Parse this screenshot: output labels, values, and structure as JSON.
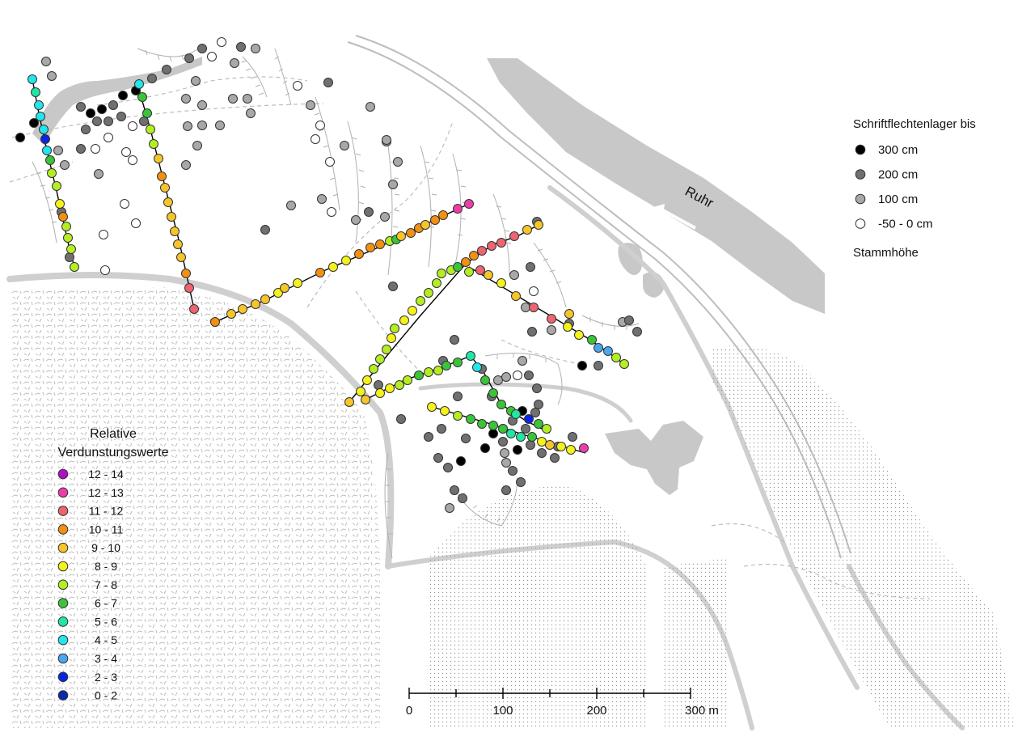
{
  "map": {
    "river_label": "Ruhr",
    "colors": {
      "land_fill": "#c8c8c8",
      "road": "#c4c4c4",
      "contour": "#b0b0b0",
      "dashed_path": "#bdbdbd",
      "transect_line": "#000000",
      "marker_stroke": "#333333"
    }
  },
  "legend_evaporation": {
    "title_line1": "Relative",
    "title_line2": "Verdunstungswerte",
    "classes": [
      {
        "label": "12 - 14",
        "color": "#b010c8"
      },
      {
        "label": "12 - 13",
        "color": "#ee3da8"
      },
      {
        "label": "11 - 12",
        "color": "#ee6470"
      },
      {
        "label": "10 - 11",
        "color": "#f29012"
      },
      {
        "label": "9 - 10",
        "color": "#f5c52a"
      },
      {
        "label": "8 - 9",
        "color": "#f4f21a"
      },
      {
        "label": "7 - 8",
        "color": "#b4ee22"
      },
      {
        "label": "6 - 7",
        "color": "#3ac43a"
      },
      {
        "label": "5 - 6",
        "color": "#22e6a6"
      },
      {
        "label": "4 - 5",
        "color": "#22e6ee"
      },
      {
        "label": "3 - 4",
        "color": "#4aa6ee"
      },
      {
        "label": "2 - 3",
        "color": "#0a24e6"
      },
      {
        "label": "0 - 2",
        "color": "#0a2aaa"
      }
    ]
  },
  "legend_lichen": {
    "title": "Schriftflechtenlager bis",
    "footer": "Stammhöhe",
    "classes": [
      {
        "label": "300 cm",
        "color": "#000000"
      },
      {
        "label": "200 cm",
        "color": "#707070"
      },
      {
        "label": "100 cm",
        "color": "#a8a8a8"
      },
      {
        "label": "-50 - 0 cm",
        "color": "#ffffff"
      }
    ]
  },
  "scale_bar": {
    "labels": [
      "0",
      "100",
      "200",
      "300 m"
    ]
  }
}
